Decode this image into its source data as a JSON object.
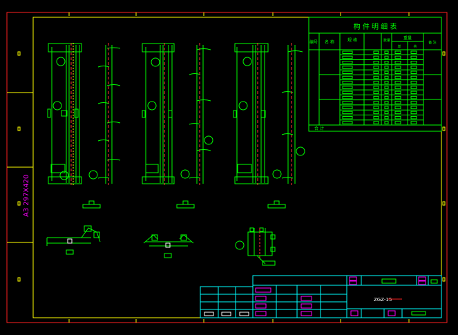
{
  "sheet": {
    "paper_label": "A3 297X420"
  },
  "parts_table": {
    "title": "构 件 明 细 表",
    "headers": [
      "编号",
      "名 称",
      "规 格",
      "数量",
      "重量",
      "备 注"
    ],
    "sub_headers": [
      "单",
      "共"
    ],
    "total_label": "合 计"
  },
  "title_block": {
    "drawing_title": "ZGZ-15"
  },
  "colors": {
    "background": "#000000",
    "frame_red": "#ff2020",
    "line_yellow": "#ffff00",
    "line_green": "#00ff00",
    "line_white": "#ffffff",
    "line_cyan": "#00ffff",
    "line_magenta": "#ff00ff",
    "line_red": "#ff0000"
  }
}
